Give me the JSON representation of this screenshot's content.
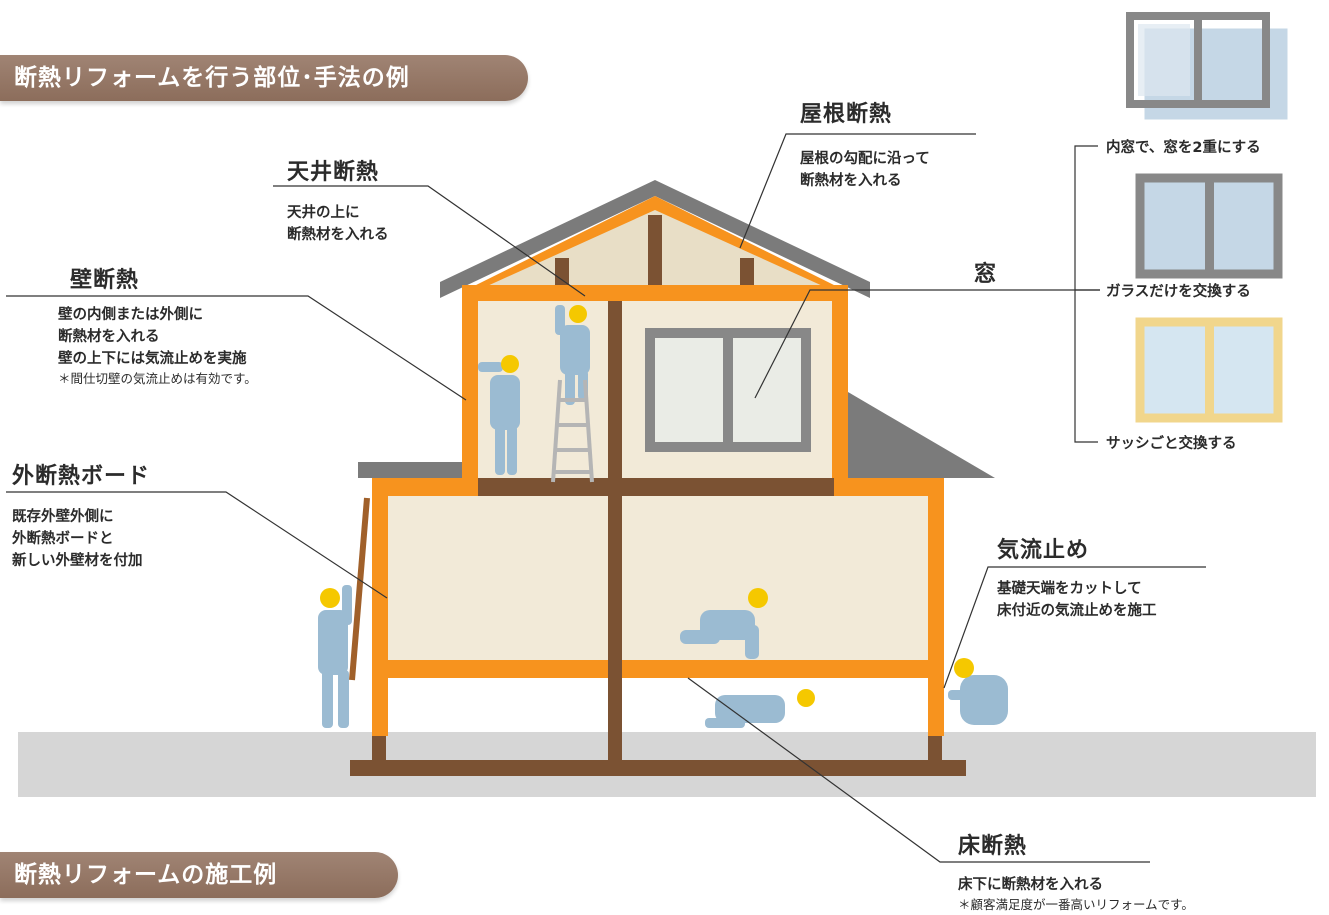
{
  "banners": {
    "main": "断熱リフォームを行う部位･手法の例",
    "examples": "断熱リフォームの施工例"
  },
  "labels": {
    "roof": {
      "title": "屋根断熱",
      "desc": [
        "屋根の勾配に沿って",
        "断熱材を入れる"
      ]
    },
    "ceiling": {
      "title": "天井断熱",
      "desc": [
        "天井の上に",
        "断熱材を入れる"
      ]
    },
    "wall": {
      "title": "壁断熱",
      "desc": [
        "壁の内側または外側に",
        "断熱材を入れる",
        "壁の上下には気流止めを実施"
      ],
      "note": "＊間仕切壁の気流止めは有効です。"
    },
    "exterior_board": {
      "title": "外断熱ボード",
      "desc": [
        "既存外壁外側に",
        "外断熱ボードと",
        "新しい外壁材を付加"
      ]
    },
    "airflow_stop": {
      "title": "気流止め",
      "desc": [
        "基礎天端をカットして",
        "床付近の気流止めを施工"
      ]
    },
    "floor": {
      "title": "床断熱",
      "desc": [
        "床下に断熱材を入れる"
      ],
      "note": "＊顧客満足度が一番高いリフォームです。"
    },
    "window": {
      "title": "窓"
    }
  },
  "window_options": [
    "内窓で、窓を2重にする",
    "ガラスだけを交換する",
    "サッシごと交換する"
  ],
  "colors": {
    "banner": "#957868",
    "frame": "#f7931e",
    "wood": "#7b5233",
    "roof": "#7b7b7b",
    "wall_fill": "#f2ead8",
    "ground": "#d6d6d6",
    "worker": "#9bbbd2",
    "helmet": "#f5c800",
    "glass": "#c5d7e6",
    "sash_frame": "#888888",
    "new_sash_frame": "#f1d68c"
  }
}
